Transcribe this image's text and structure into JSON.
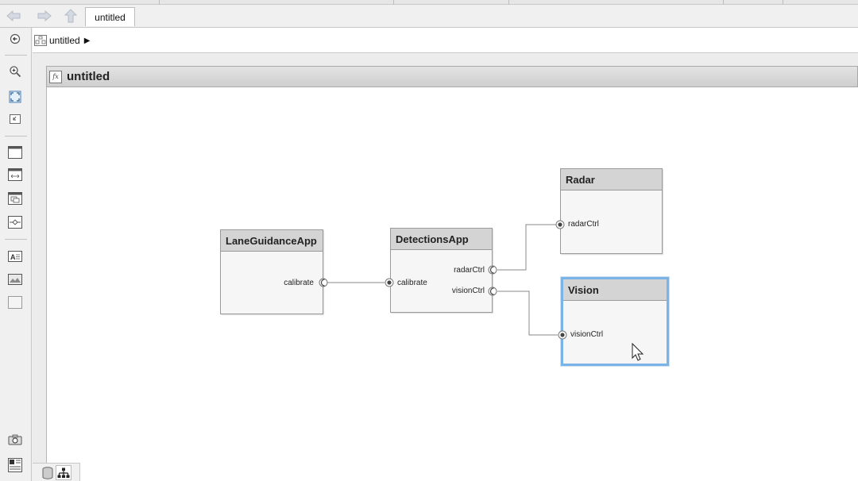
{
  "nav": {
    "model_tab": "untitled"
  },
  "breadcrumb": {
    "model": "untitled"
  },
  "canvas": {
    "title": "untitled"
  },
  "components": {
    "lane_guidance": {
      "name": "LaneGuidanceApp",
      "ports": [
        "calibrate"
      ]
    },
    "detections": {
      "name": "DetectionsApp",
      "ports": [
        "calibrate",
        "radarCtrl",
        "visionCtrl"
      ]
    },
    "radar": {
      "name": "Radar",
      "ports": [
        "radarCtrl"
      ]
    },
    "vision": {
      "name": "Vision",
      "ports": [
        "visionCtrl"
      ]
    }
  },
  "icons": {
    "nav_back": "arrow-left-icon",
    "nav_forward": "arrow-right-icon",
    "nav_up": "arrow-up-icon",
    "selection_accent": "#7ab4e6"
  }
}
